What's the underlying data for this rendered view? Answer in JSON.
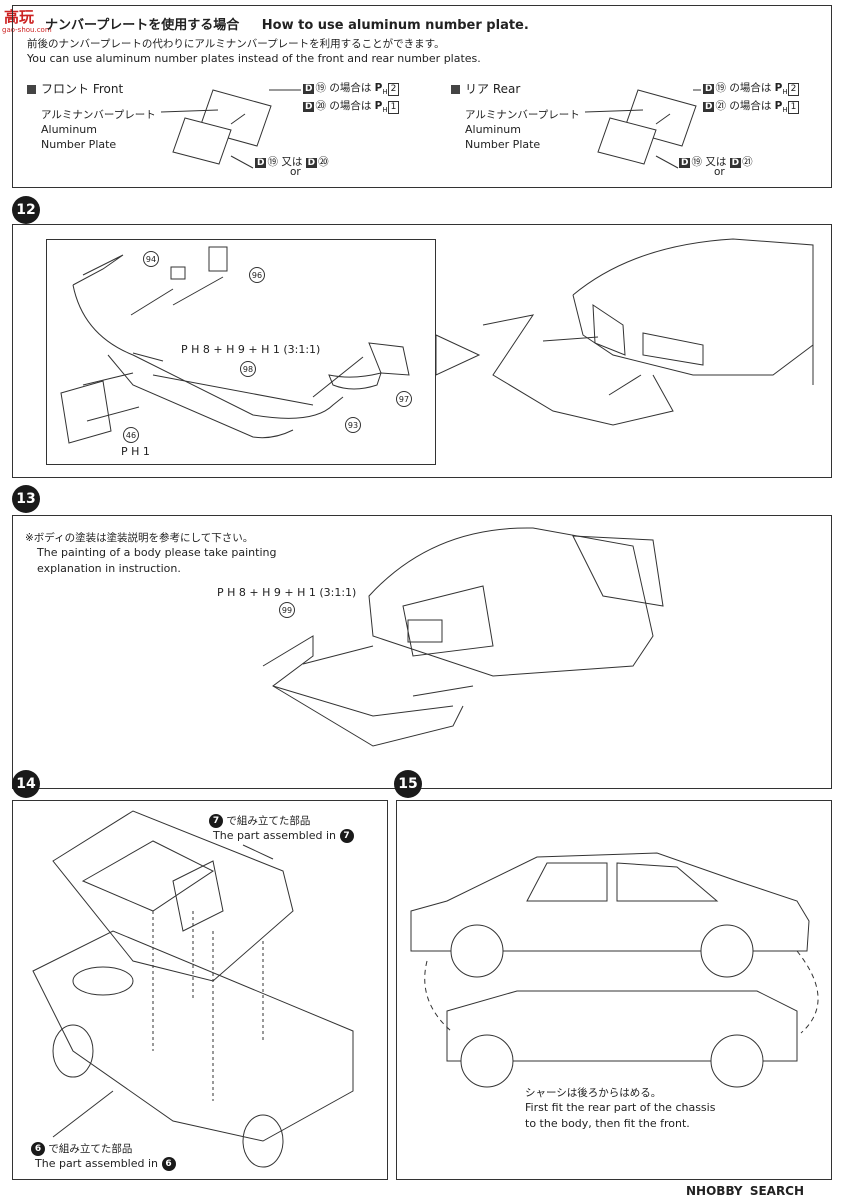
{
  "watermark_top": {
    "chars": "高玩",
    "site": "gao-shou.com"
  },
  "plate_section": {
    "title_jp": "ナンバープレートを使用する場合",
    "title_en": "How to use aluminum number plate.",
    "desc_jp": "前後のナンバープレートの代わりにアルミナンバープレートを利用することができます。",
    "desc_en": "You can use aluminum number plates instead of the front and rear number plates.",
    "front": {
      "heading": "フロント Front",
      "label_jp": "アルミナンバープレート",
      "label_en1": "Aluminum",
      "label_en2": "Number Plate",
      "rule1_part": "D",
      "rule1_num": "⑲",
      "rule1_text": "の場合は",
      "rule1_code": "P",
      "rule1_sub": "H",
      "rule1_val": "2",
      "rule2_part": "D",
      "rule2_num": "⑳",
      "rule2_text": "の場合は",
      "rule2_code": "P",
      "rule2_sub": "H",
      "rule2_val": "1",
      "or_a": "⑲",
      "or_jp": "又は",
      "or_en": "or",
      "or_b": "⑳"
    },
    "rear": {
      "heading": "リア Rear",
      "label_jp": "アルミナンバープレート",
      "label_en1": "Aluminum",
      "label_en2": "Number Plate",
      "rule1_part": "D",
      "rule1_num": "⑲",
      "rule1_text": "の場合は",
      "rule1_code": "P",
      "rule1_sub": "H",
      "rule1_val": "2",
      "rule2_part": "D",
      "rule2_num": "㉑",
      "rule2_text": "の場合は",
      "rule2_code": "P",
      "rule2_sub": "H",
      "rule2_val": "1",
      "or_a": "⑲",
      "or_jp": "又は",
      "or_en": "or",
      "or_b": "㉑"
    }
  },
  "step12": {
    "number": "12",
    "parts": [
      "94",
      "96",
      "98",
      "97",
      "93",
      "46"
    ],
    "mix": "P H 8 + H 9 + H 1 (3:1:1)",
    "plate_code": "P H 1"
  },
  "step13": {
    "number": "13",
    "note_jp": "※ボディの塗装は塗装説明を参考にして下さい。",
    "note_en1": "The painting of a body please take painting",
    "note_en2": "explanation in instruction.",
    "mix": "P H 8 + H 9 + H 1 (3:1:1)",
    "part": "99"
  },
  "step14": {
    "number": "14",
    "top_jp": "で組み立てた部品",
    "top_en": "The part assembled in",
    "top_ref": "7",
    "bottom_jp": "で組み立てた部品",
    "bottom_en": "The part assembled in",
    "bottom_ref": "6"
  },
  "step15": {
    "number": "15",
    "note_jp": "シャーシは後ろからはめる。",
    "note_en1": "First fit the rear part of the chassis",
    "note_en2": "to the body, then fit the front."
  },
  "footer_logo": {
    "brand": "HOBBY",
    "brand2": "SEARCH",
    "prefix": "N"
  }
}
